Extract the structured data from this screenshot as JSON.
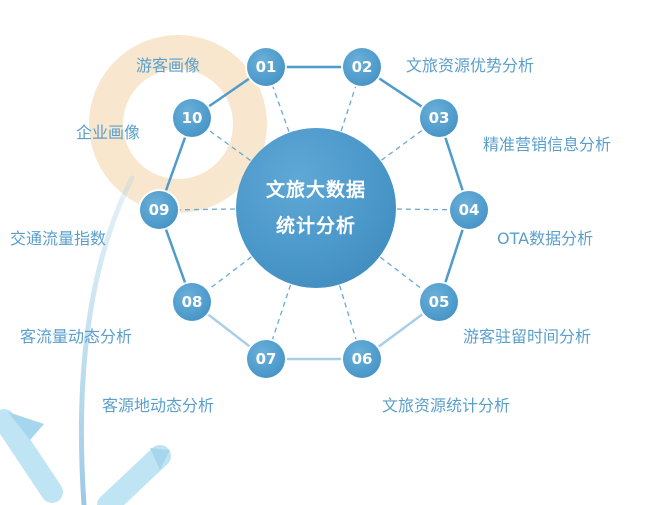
{
  "center": {
    "line1": "文旅大数据",
    "line2": "统计分析"
  },
  "nodes": [
    {
      "num": "01",
      "label": "游客画像"
    },
    {
      "num": "02",
      "label": "文旅资源优势分析"
    },
    {
      "num": "03",
      "label": "精准营销信息分析"
    },
    {
      "num": "04",
      "label": "OTA数据分析"
    },
    {
      "num": "05",
      "label": "游客驻留时间分析"
    },
    {
      "num": "06",
      "label": "文旅资源统计分析"
    },
    {
      "num": "07",
      "label": "客源地动态分析"
    },
    {
      "num": "08",
      "label": "客流量动态分析"
    },
    {
      "num": "09",
      "label": "交通流量指数"
    },
    {
      "num": "10",
      "label": "企业画像"
    }
  ],
  "colors": {
    "node": "#4e9bcc",
    "line": "#4e9bcc",
    "label": "#5a9fcc",
    "ring": "#f6dcb8",
    "arrow": "#bfe4f4"
  }
}
